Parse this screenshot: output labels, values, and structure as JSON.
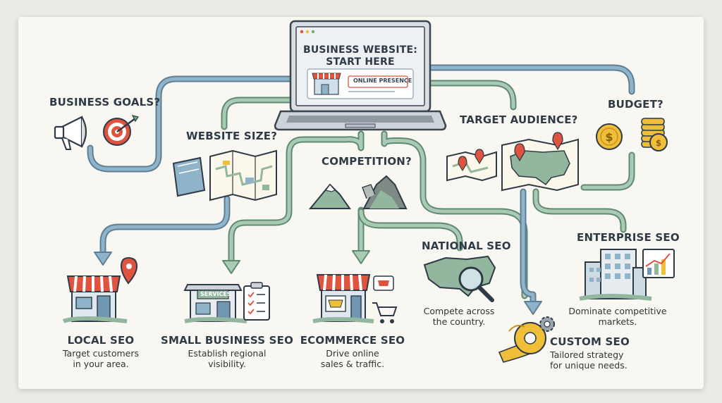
{
  "laptop": {
    "title_line1": "BUSINESS WEBSITE:",
    "title_line2": "START HERE",
    "banner": "ONLINE PRESENCE"
  },
  "questions": {
    "business_goals": "BUSINESS GOALS?",
    "website_size": "WEBSITE SIZE?",
    "competition": "COMPETITION?",
    "target_audience": "TARGET AUDIENCE?",
    "budget": "BUDGET?"
  },
  "outcomes": {
    "local": {
      "title": "LOCAL SEO",
      "desc": "Target customers in your area."
    },
    "small_business": {
      "title": "SMALL BUSINESS SEO",
      "desc": "Establish regional visibility.",
      "sign": "SERVICES"
    },
    "ecommerce": {
      "title": "ECOMMERCE SEO",
      "desc": "Drive online sales & traffic."
    },
    "national": {
      "title": "NATIONAL SEO",
      "desc": "Compete across the country."
    },
    "enterprise": {
      "title": "ENTERPRISE SEO",
      "desc": "Dominate competitive markets."
    },
    "custom": {
      "title": "CUSTOM SEO",
      "desc": "Tailored strategy for unique needs."
    }
  },
  "colors": {
    "blue_path": "#6f97b1",
    "green_path": "#93b79e",
    "awning_red": "#e0533f",
    "coin_gold": "#f0bf3a",
    "ink": "#2e3a46"
  },
  "icons": [
    "megaphone-icon",
    "target-icon",
    "notebook-icon",
    "map-icon",
    "mountains-icon",
    "location-pin-icon",
    "usa-map-icon",
    "coins-icon",
    "storefront-icon",
    "clipboard-icon",
    "shopping-cart-icon",
    "magnifier-icon",
    "office-buildings-icon",
    "growth-chart-icon",
    "tape-measure-icon",
    "gear-icon"
  ]
}
